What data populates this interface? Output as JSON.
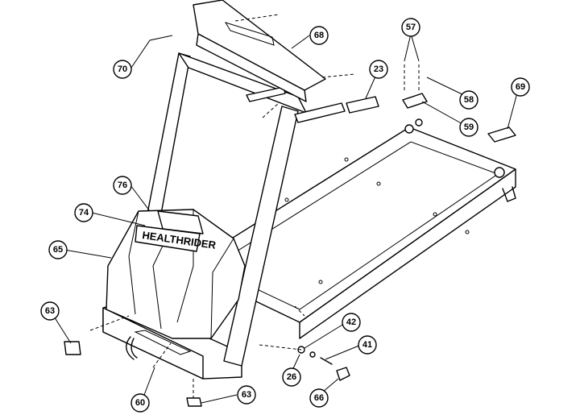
{
  "brand_text": "HEALTHRIDER",
  "callouts": {
    "c57": "57",
    "c58": "58",
    "c59": "59",
    "c60": "60",
    "c63a": "63",
    "c63b": "63",
    "c65": "65",
    "c66": "66",
    "c68": "68",
    "c69": "69",
    "c70": "70",
    "c74": "74",
    "c76": "76",
    "c23": "23",
    "c26": "26",
    "c41": "41",
    "c42": "42"
  }
}
